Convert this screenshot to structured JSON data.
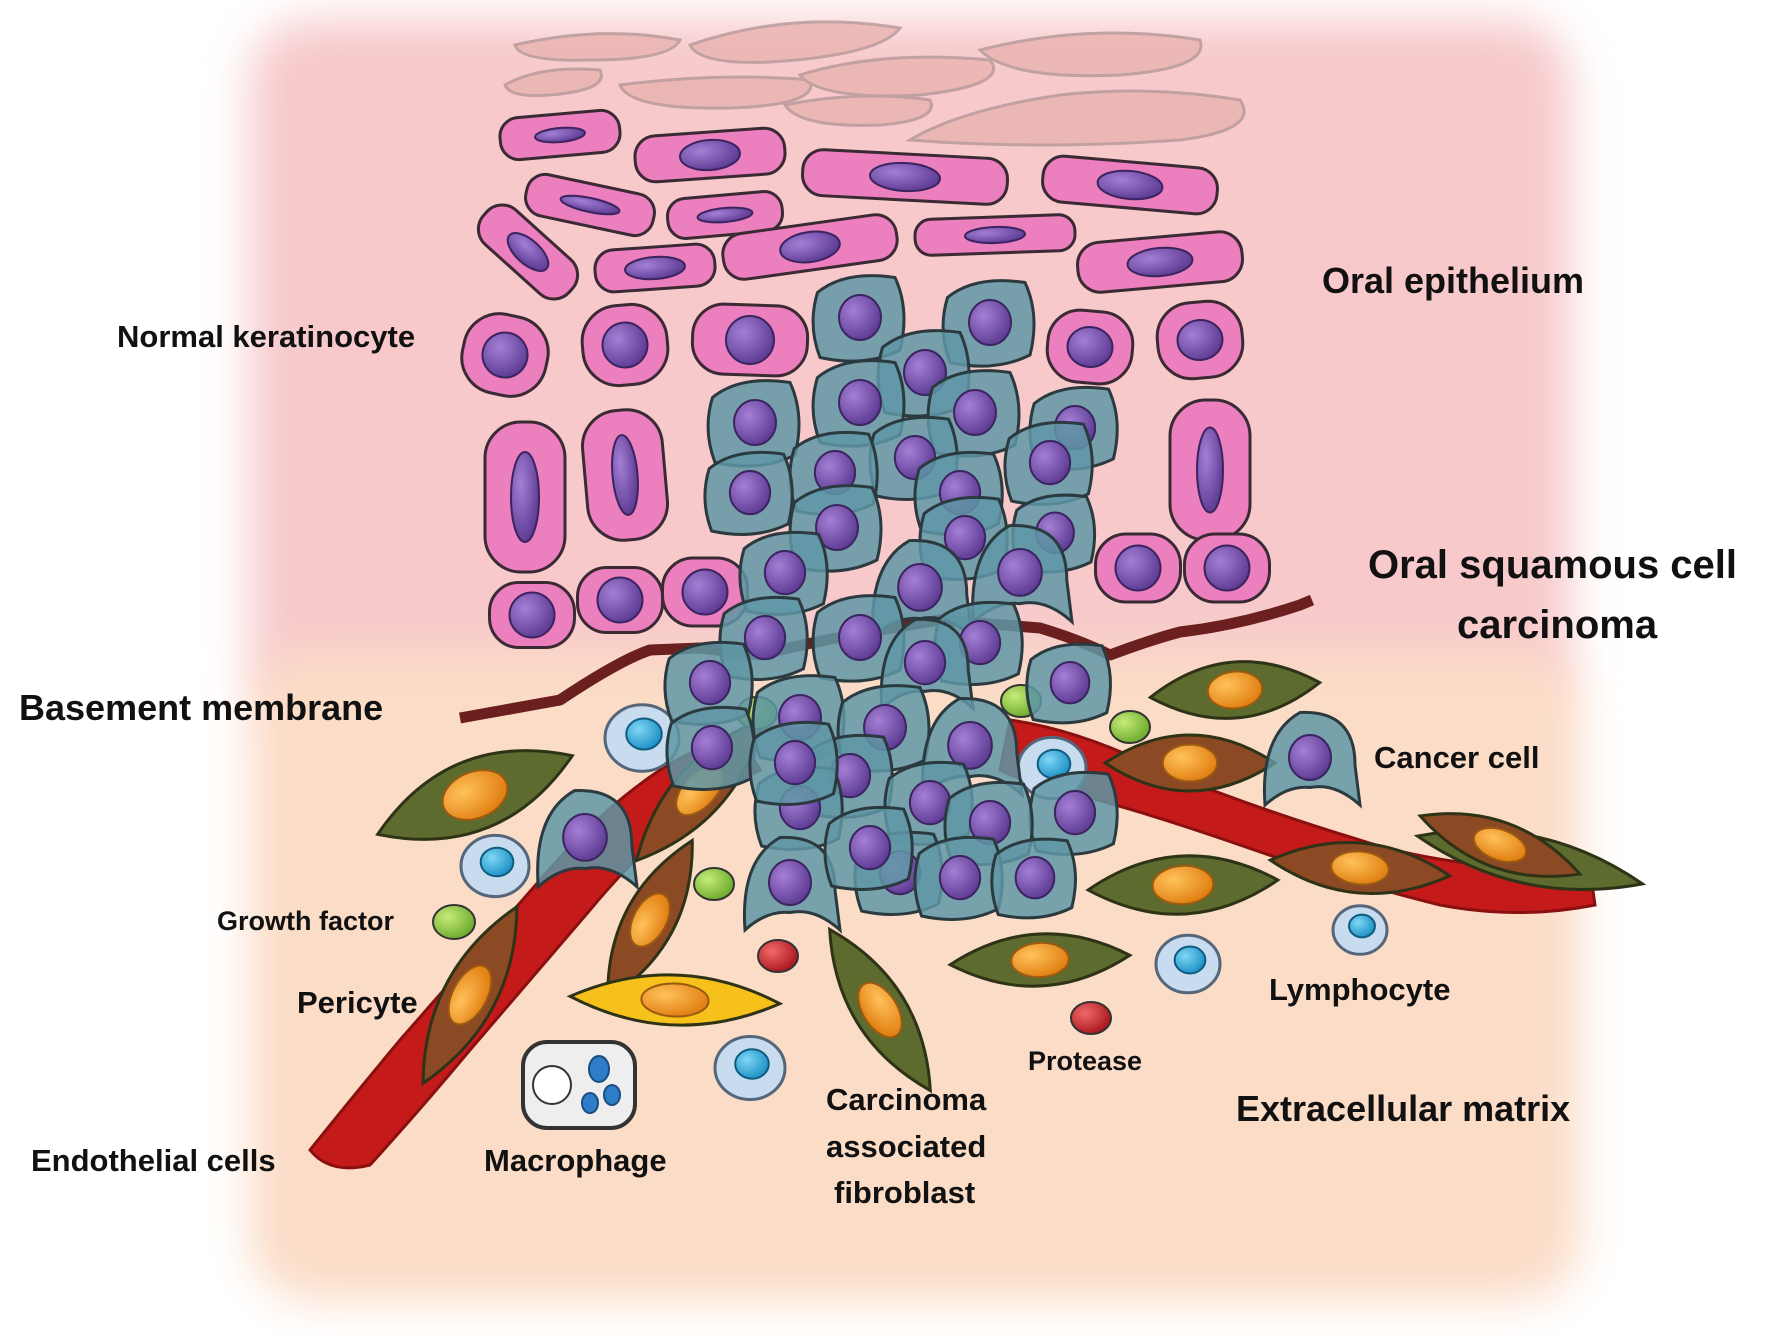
{
  "labels": {
    "oral_epithelium": "Oral epithelium",
    "normal_keratinocyte": "Normal keratinocyte",
    "oscc_line1": "Oral squamous cell",
    "oscc_line2": "carcinoma",
    "basement_membrane": "Basement membrane",
    "cancer_cell": "Cancer cell",
    "growth_factor": "Growth factor",
    "pericyte": "Pericyte",
    "lymphocyte": "Lymphocyte",
    "protease": "Protease",
    "carcinoma_fibroblast_line1": "Carcinoma",
    "carcinoma_fibroblast_line2": "associated",
    "carcinoma_fibroblast_line3": "fibroblast",
    "extracellular_matrix": "Extracellular matrix",
    "endothelial_cells": "Endothelial cells",
    "macrophage": "Macrophage"
  },
  "colors": {
    "epithelium_bg": "#f7c9cb",
    "matrix_bg": "#fbdcc6",
    "keratinocyte": "#ec7fbd",
    "keratinocyte_nucleus": "#7a4fae",
    "cancer_cell": "#5f96a6",
    "membrane": "#6b1f1f",
    "vessel": "#c41a1a",
    "fibroblast": "#5e6b2e",
    "fibroblast_nucleus": "#f39a1f",
    "pericyte": "#8b4a24",
    "lymphocyte_nucleus": "#2ba7d6",
    "growth_factor": "#8dc63f",
    "protease": "#c4222b",
    "macrophage_fill": "#eeeeee",
    "yellow_cell": "#f5c11a"
  }
}
